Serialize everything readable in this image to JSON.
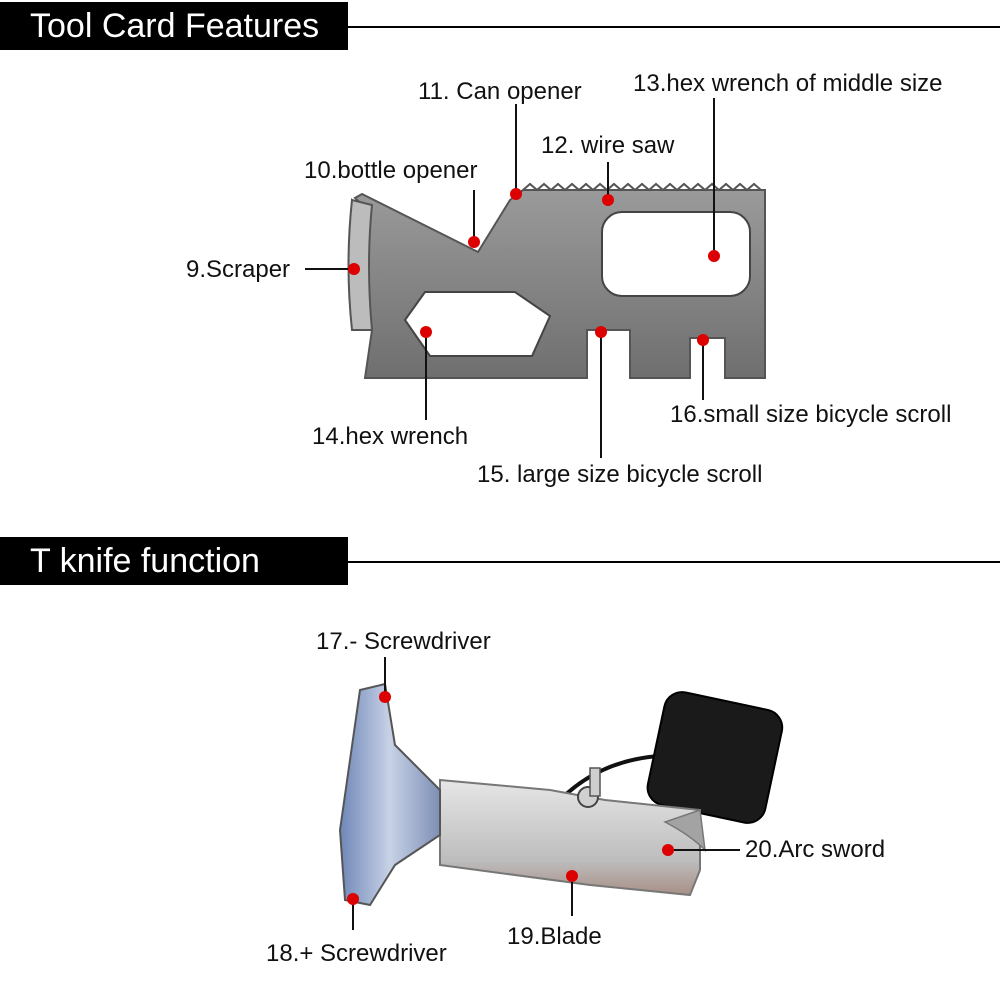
{
  "sections": {
    "tool_card": {
      "title": "Tool Card Features"
    },
    "t_knife": {
      "title": "T knife function"
    }
  },
  "labels": {
    "can_opener": "11. Can opener",
    "hex_wrench_middle": "13.hex wrench of middle size",
    "wire_saw": "12. wire saw",
    "bottle_opener": "10.bottle opener",
    "scraper": "9.Scraper",
    "hex_wrench": "14.hex wrench",
    "small_bicycle_scroll": "16.small size bicycle scroll",
    "large_bicycle_scroll": "15. large size bicycle scroll",
    "flat_screwdriver": "17.- Screwdriver",
    "phillips_screwdriver": "18.+ Screwdriver",
    "blade": "19.Blade",
    "arc_sword": "20.Arc sword"
  },
  "colors": {
    "marker": "#dd0000",
    "banner": "#000000",
    "card_metal": "#8a8a8a",
    "knife_metal": "#c9c9c9"
  }
}
